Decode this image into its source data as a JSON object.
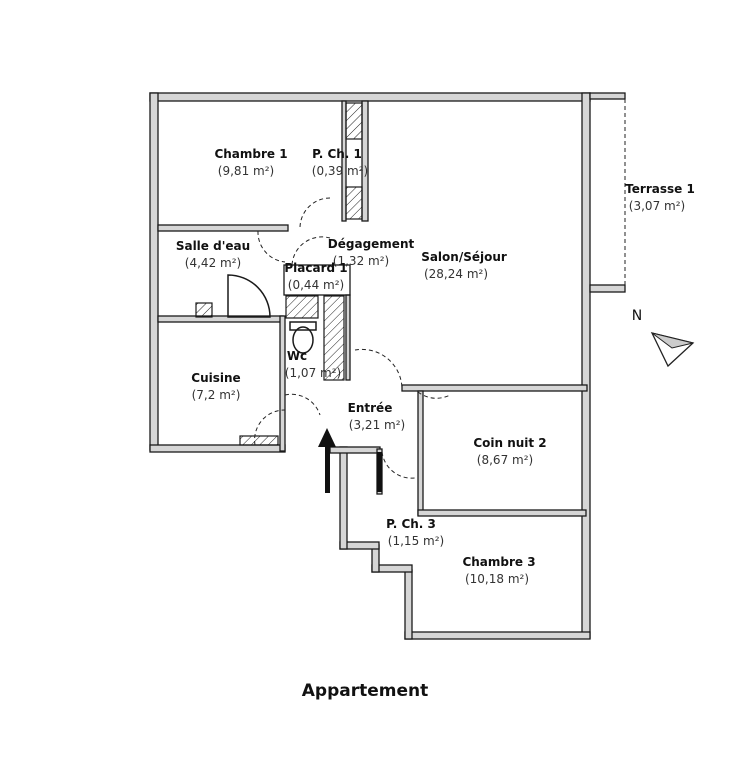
{
  "title": "Appartement",
  "north_label": "N",
  "rooms": [
    {
      "name": "Chambre 1",
      "area": "(9,81 m²)"
    },
    {
      "name": "P. Ch. 1",
      "area": "(0,39 m²)"
    },
    {
      "name": "Salle d'eau",
      "area": "(4,42 m²)"
    },
    {
      "name": "Dégagement",
      "area": "(1,32 m²)"
    },
    {
      "name": "Placard 1",
      "area": "(0,44 m²)"
    },
    {
      "name": "Salon/Séjour",
      "area": "(28,24 m²)"
    },
    {
      "name": "Terrasse 1",
      "area": "(3,07 m²)"
    },
    {
      "name": "Wc",
      "area": "(1,07 m²)"
    },
    {
      "name": "Cuisine",
      "area": "(7,2 m²)"
    },
    {
      "name": "Entrée",
      "area": "(3,21 m²)"
    },
    {
      "name": "Coin nuit 2",
      "area": "(8,67 m²)"
    },
    {
      "name": "P. Ch. 3",
      "area": "(1,15 m²)"
    },
    {
      "name": "Chambre 3",
      "area": "(10,18 m²)"
    }
  ]
}
